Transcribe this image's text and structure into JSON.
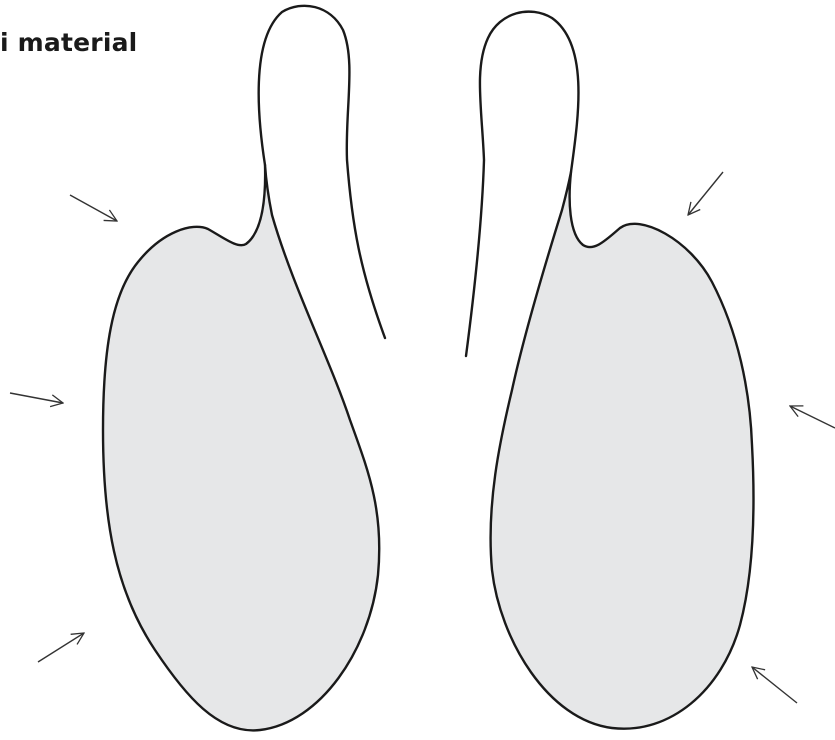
{
  "caption": "i material",
  "colors": {
    "outline": "#1a1a1a",
    "fill": "#e6e7e8",
    "arrow": "#333333",
    "background": "#ffffff"
  },
  "figure": {
    "shapes": [
      "left-lobe",
      "right-lobe"
    ],
    "arrow_count": 6,
    "arrow_direction": "inward"
  }
}
